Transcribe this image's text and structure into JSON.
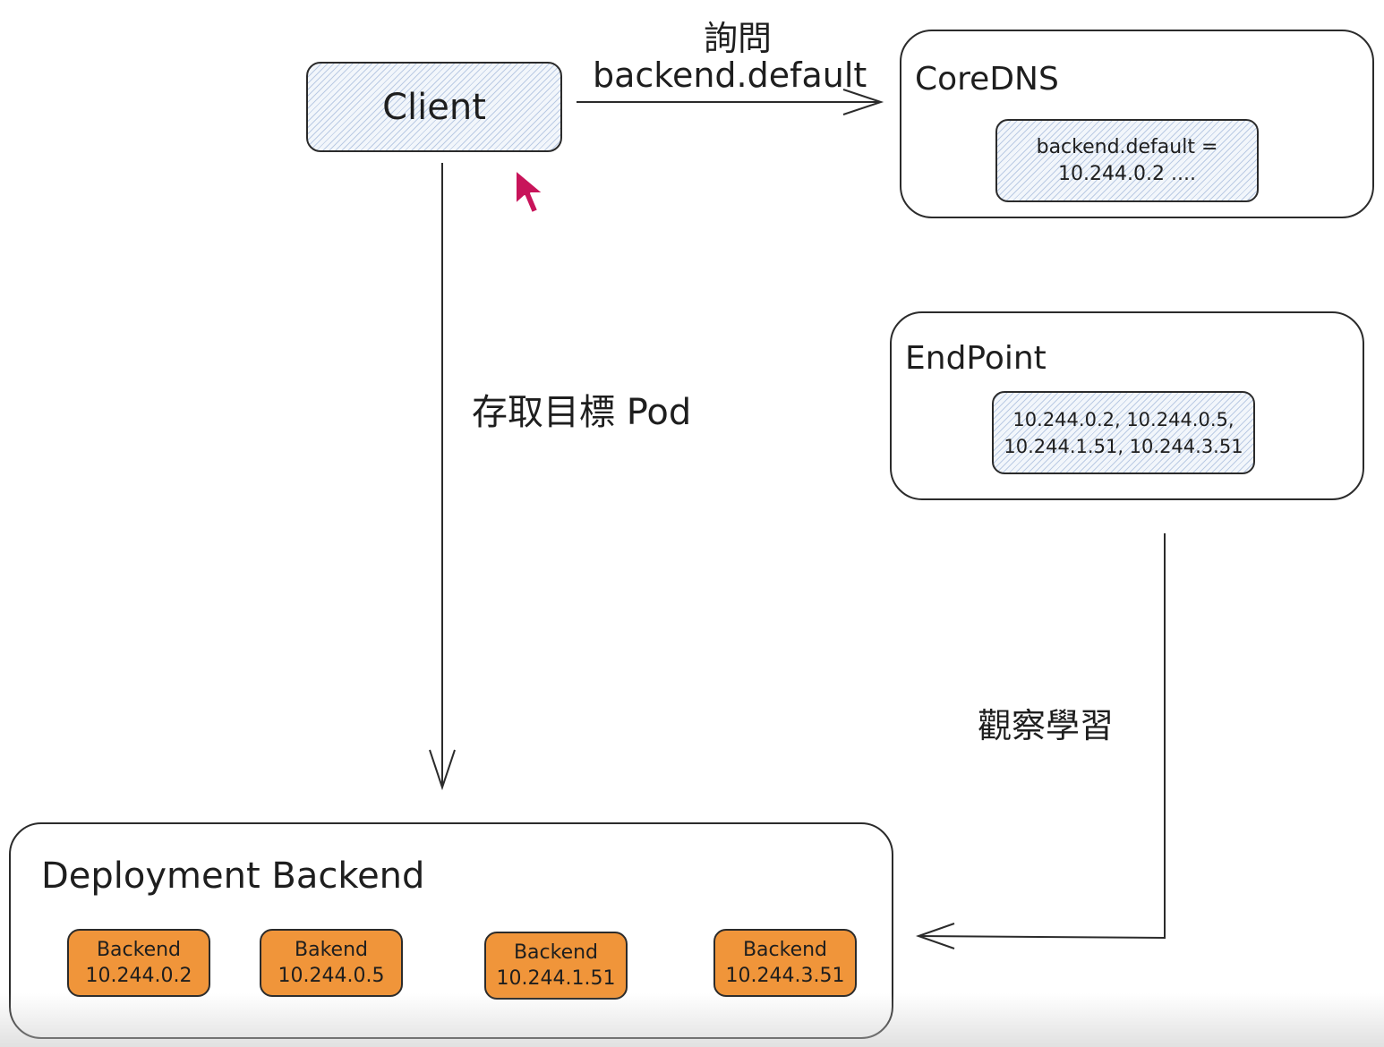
{
  "client": {
    "label": "Client"
  },
  "coredns": {
    "title": "CoreDNS",
    "record_line1": "backend.default =",
    "record_line2": "10.244.0.2 ...."
  },
  "query_edge": {
    "line1": "詢問",
    "line2": "backend.default"
  },
  "access_edge": {
    "label": "存取目標 Pod"
  },
  "endpoint": {
    "title": "EndPoint",
    "ips_line1": "10.244.0.2, 10.244.0.5,",
    "ips_line2": "10.244.1.51, 10.244.3.51"
  },
  "learn_edge": {
    "label": "觀察學習"
  },
  "deployment": {
    "title": "Deployment Backend",
    "pods": [
      {
        "name": "Backend",
        "ip": "10.244.0.2"
      },
      {
        "name": "Bakend",
        "ip": "10.244.0.5"
      },
      {
        "name": "Backend",
        "ip": "10.244.1.51"
      },
      {
        "name": "Backend",
        "ip": "10.244.3.51"
      }
    ]
  },
  "colors": {
    "pod_fill": "#f0953a",
    "stroke": "#2b2b2b",
    "hatch": "#7896c8",
    "cursor": "#c8145a"
  }
}
